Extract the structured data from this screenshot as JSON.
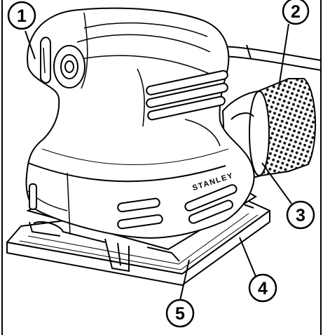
{
  "brand": "STANLEY",
  "callouts": [
    {
      "id": "callout-1",
      "label": "1"
    },
    {
      "id": "callout-2",
      "label": "2"
    },
    {
      "id": "callout-3",
      "label": "3"
    },
    {
      "id": "callout-4",
      "label": "4"
    },
    {
      "id": "callout-5",
      "label": "5"
    }
  ],
  "colors": {
    "line": "#000000",
    "fill": "#ffffff",
    "shade": "#d9d9d9"
  }
}
